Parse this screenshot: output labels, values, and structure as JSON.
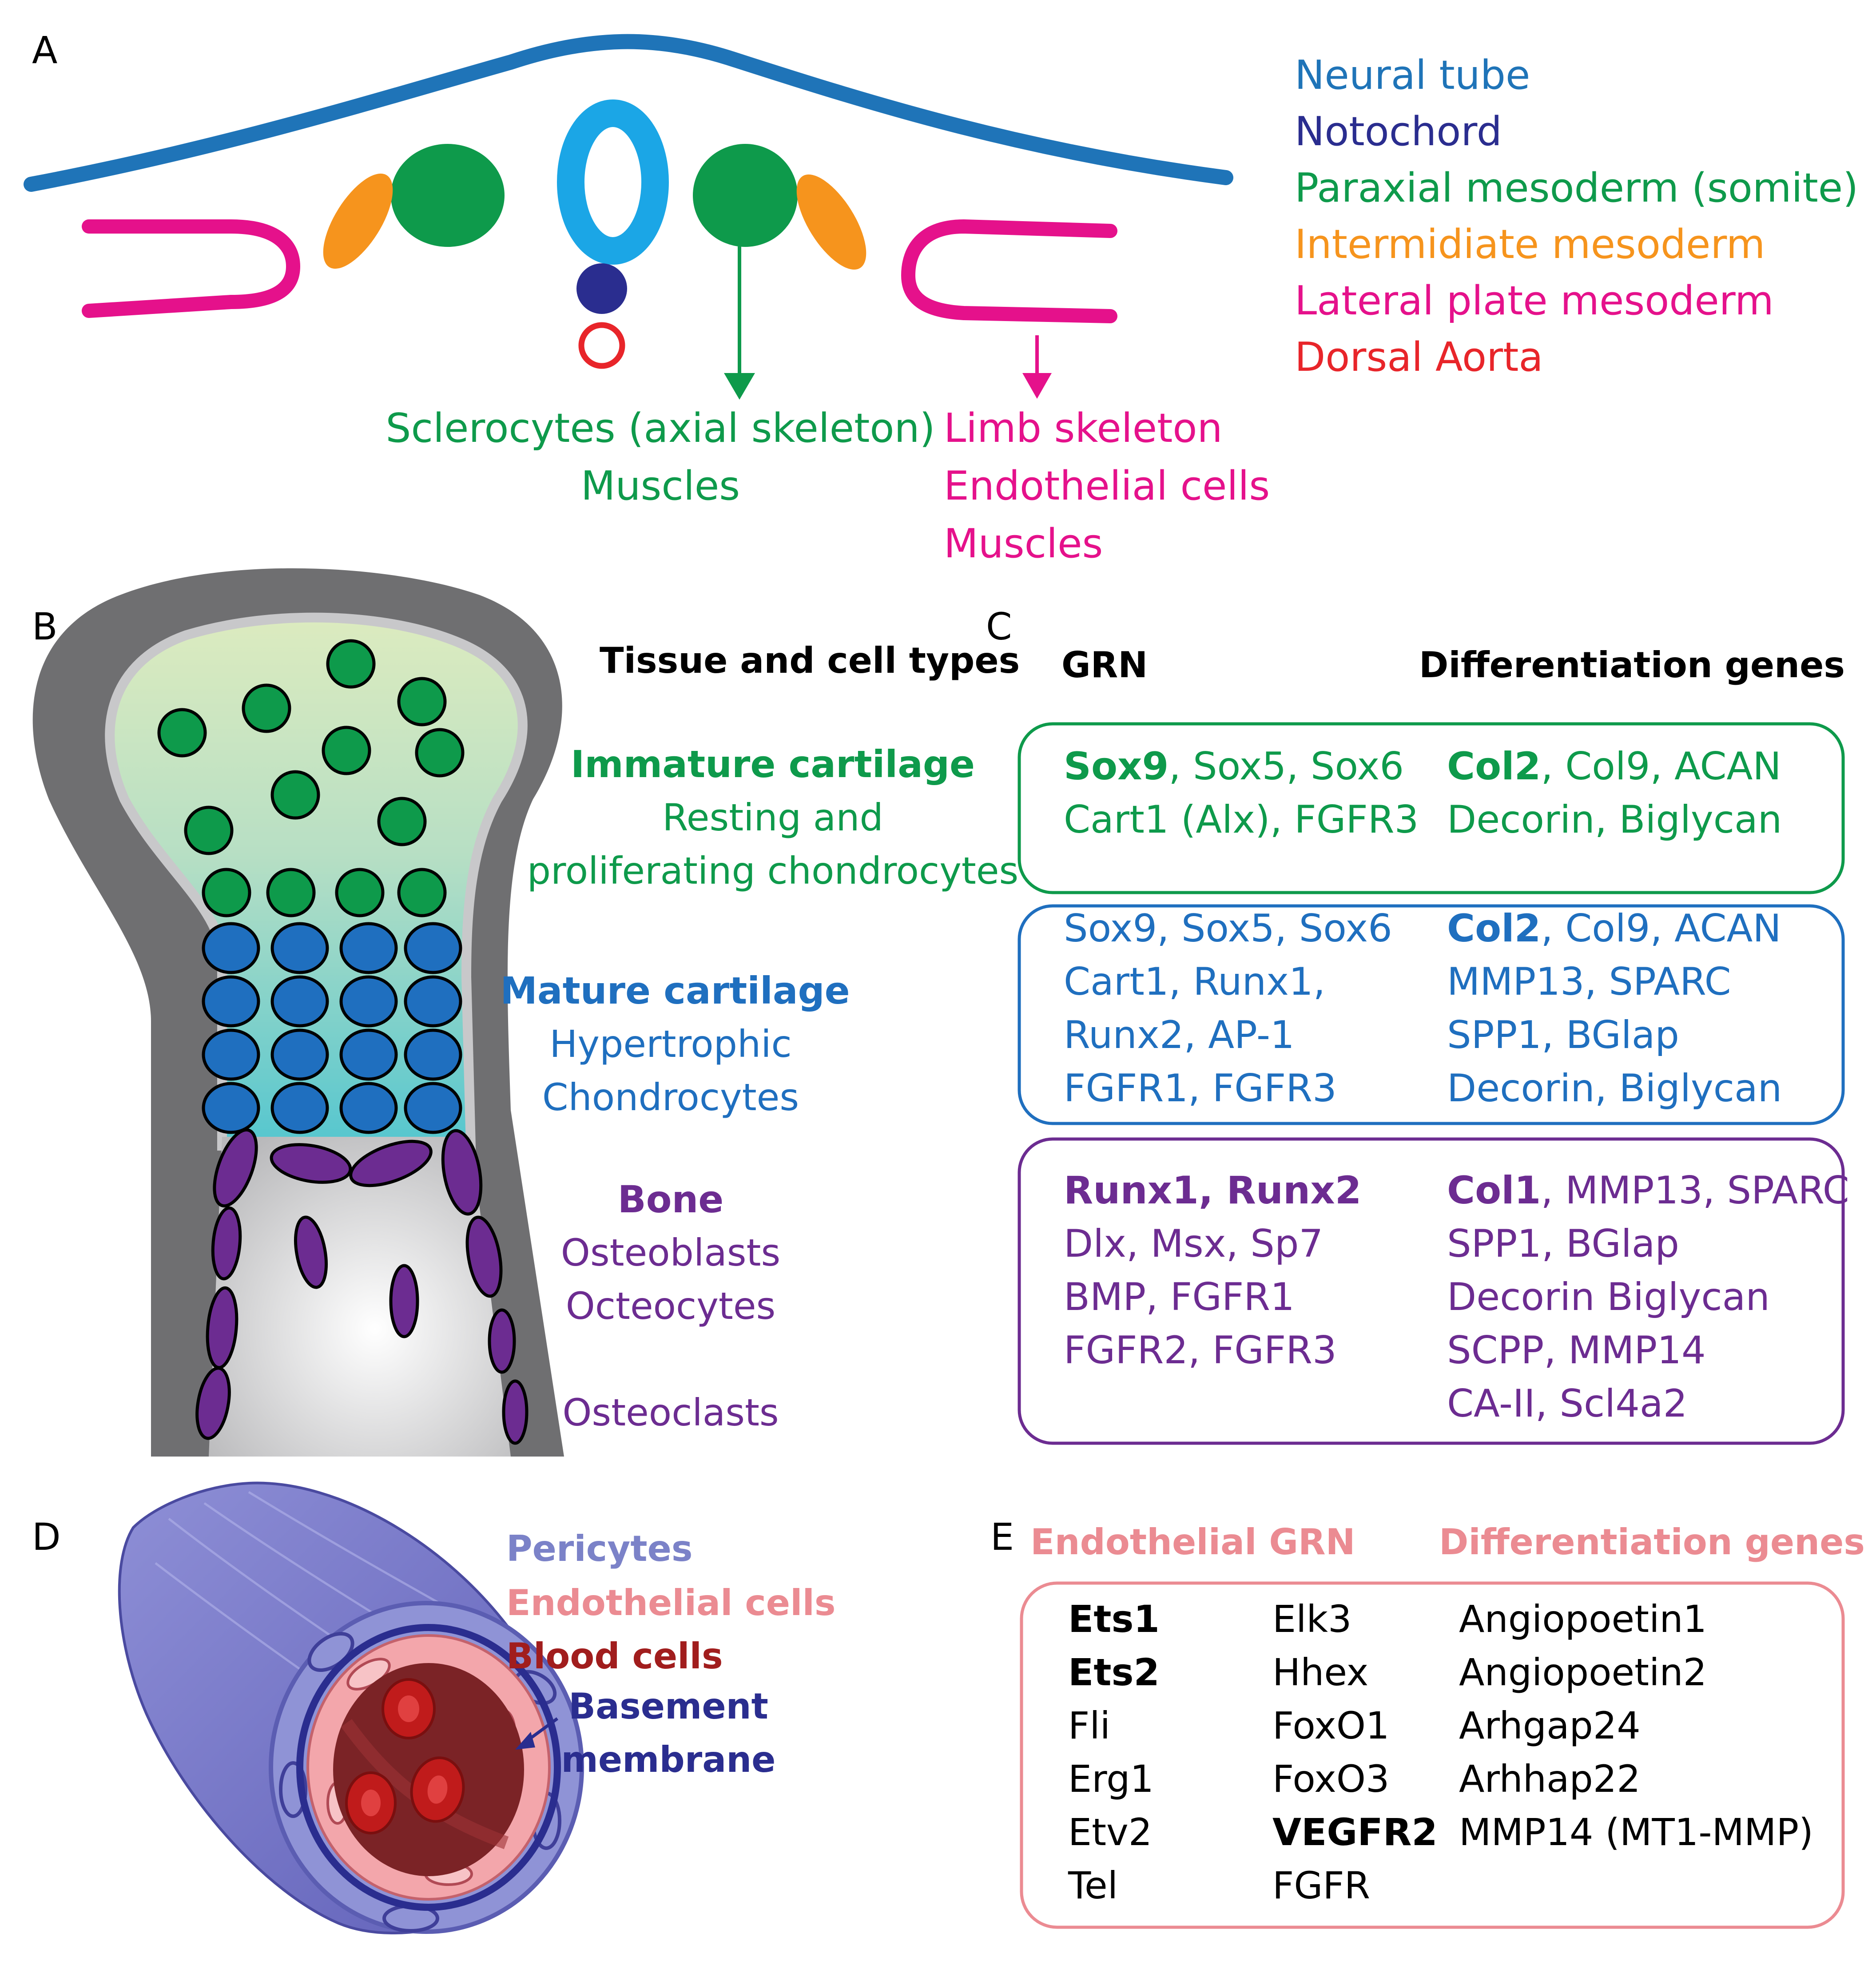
{
  "colors": {
    "neural_tube": "#1f74b8",
    "neural_tube_oval": "#1ba6e6",
    "notochord": "#2a2d8f",
    "paraxial": "#0e9a4b",
    "intermediate": "#f6941d",
    "lateral": "#e5118b",
    "aorta": "#e8252a",
    "cart_immature": "#0e9a4b",
    "cart_mature": "#1f6fbf",
    "bone": "#6c2c91",
    "endo_title": "#eb8b92",
    "pericytes": "#7b82c8",
    "blood": "#a11d1d",
    "basement": "#2a2d8f"
  },
  "panelA": {
    "letter": "A",
    "legend": [
      {
        "label": "Neural tube",
        "color": "#1f74b8"
      },
      {
        "label": "Notochord",
        "color": "#2a2d8f"
      },
      {
        "label": "Paraxial mesoderm (somite)",
        "color": "#0e9a4b"
      },
      {
        "label": "Intermidiate mesoderm",
        "color": "#f6941d"
      },
      {
        "label": "Lateral plate mesoderm",
        "color": "#e5118b"
      },
      {
        "label": "Dorsal Aorta",
        "color": "#e8252a"
      }
    ],
    "paraxial_derivatives": [
      "Sclerocytes (axial skeleton)",
      "Muscles"
    ],
    "lateral_derivatives": [
      "Limb skeleton",
      "Endothelial cells",
      "Muscles"
    ]
  },
  "panelB": {
    "letter": "B",
    "heading": "Tissue and cell types",
    "immature": {
      "title": "Immature cartilage",
      "lines": [
        "Resting and",
        "proliferating chondrocytes"
      ]
    },
    "mature": {
      "title": "Mature cartilage",
      "lines": [
        "Hypertrophic",
        "Chondrocytes"
      ]
    },
    "bone": {
      "title": "Bone",
      "lines": [
        "Osteoblasts",
        "Octeocytes"
      ],
      "extra": "Osteoclasts"
    }
  },
  "panelC": {
    "letter": "C",
    "grn_heading": "GRN",
    "diff_heading": "Differentiation genes",
    "boxes": [
      {
        "color": "#0e9a4b",
        "grn": [
          {
            "bold": "Sox9",
            "rest": ", Sox5, Sox6"
          },
          {
            "bold": "",
            "rest": "Cart1 (Alx), FGFR3"
          }
        ],
        "diff": [
          {
            "bold": "Col2",
            "rest": ", Col9, ACAN"
          },
          {
            "bold": "",
            "rest": "Decorin, Biglycan"
          }
        ]
      },
      {
        "color": "#1f6fbf",
        "grn": [
          {
            "bold": "",
            "rest": "Sox9, Sox5, Sox6"
          },
          {
            "bold": "",
            "rest": "Cart1, Runx1,"
          },
          {
            "bold": "",
            "rest": "Runx2, AP-1"
          },
          {
            "bold": "",
            "rest": "FGFR1, FGFR3"
          }
        ],
        "diff": [
          {
            "bold": "Col2",
            "rest": ", Col9, ACAN"
          },
          {
            "bold": "",
            "rest": "MMP13, SPARC"
          },
          {
            "bold": "",
            "rest": "SPP1, BGlap"
          },
          {
            "bold": "",
            "rest": "Decorin, Biglycan"
          }
        ]
      },
      {
        "color": "#6c2c91",
        "grn": [
          {
            "bold": "Runx1, Runx2",
            "rest": ""
          },
          {
            "bold": "",
            "rest": "Dlx, Msx, Sp7"
          },
          {
            "bold": "",
            "rest": "BMP, FGFR1"
          },
          {
            "bold": "",
            "rest": "FGFR2, FGFR3"
          }
        ],
        "diff": [
          {
            "bold": "Col1",
            "rest": ", MMP13, SPARC"
          },
          {
            "bold": "",
            "rest": "SPP1, BGlap"
          },
          {
            "bold": "",
            "rest": "Decorin Biglycan"
          },
          {
            "bold": "",
            "rest": "SCPP, MMP14"
          },
          {
            "bold": "",
            "rest": "CA-II, Scl4a2"
          }
        ]
      }
    ]
  },
  "panelD": {
    "letter": "D",
    "labels": [
      "Pericytes",
      "Endothelial cells",
      "Blood cells",
      "Basement",
      "membrane"
    ]
  },
  "panelE": {
    "letter": "E",
    "grn_heading": "Endothelial GRN",
    "diff_heading": "Differentiation genes",
    "col1": [
      {
        "text": "Ets1",
        "bold": true
      },
      {
        "text": "Ets2",
        "bold": true
      },
      {
        "text": "Fli",
        "bold": false
      },
      {
        "text": "Erg1",
        "bold": false
      },
      {
        "text": "Etv2",
        "bold": false
      },
      {
        "text": "Tel",
        "bold": false
      }
    ],
    "col2": [
      {
        "text": "Elk3",
        "bold": false
      },
      {
        "text": "Hhex",
        "bold": false
      },
      {
        "text": "FoxO1",
        "bold": false
      },
      {
        "text": "FoxO3",
        "bold": false
      },
      {
        "text": "VEGFR2",
        "bold": true
      },
      {
        "text": "FGFR",
        "bold": false
      }
    ],
    "col3": [
      {
        "text": "Angiopoetin1",
        "bold": false
      },
      {
        "text": "Angiopoetin2",
        "bold": false
      },
      {
        "text": "Arhgap24",
        "bold": false
      },
      {
        "text": "Arhhap22",
        "bold": false
      },
      {
        "text": "MMP14 (MT1-MMP)",
        "bold": false
      }
    ]
  }
}
